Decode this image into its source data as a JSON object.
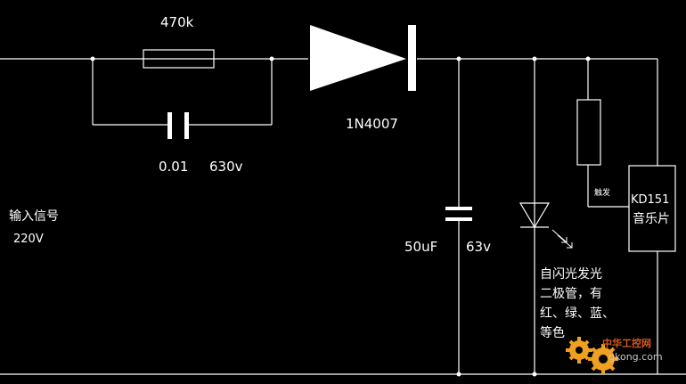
{
  "labels": {
    "resistor": "470k",
    "capacitor_value": "0.01",
    "capacitor_voltage": "630v",
    "diode": "1N4007",
    "input_line1": "输入信号",
    "input_line2": "220V",
    "electrolytic_value": "50uF",
    "electrolytic_voltage": "63v",
    "led_desc_line1": "自闪光发光",
    "led_desc_line2": "二极管，有",
    "led_desc_line3": "红、绿、蓝、",
    "led_desc_line4": "等色",
    "trigger": "触发",
    "chip_line1": "KD151",
    "chip_line2": "音乐片"
  },
  "watermark": {
    "text_cn": "中华工控网",
    "text_url": "gkong.com"
  },
  "colors": {
    "background": "#000000",
    "wire": "#ffffff",
    "watermark_gear": "#f0a020"
  }
}
